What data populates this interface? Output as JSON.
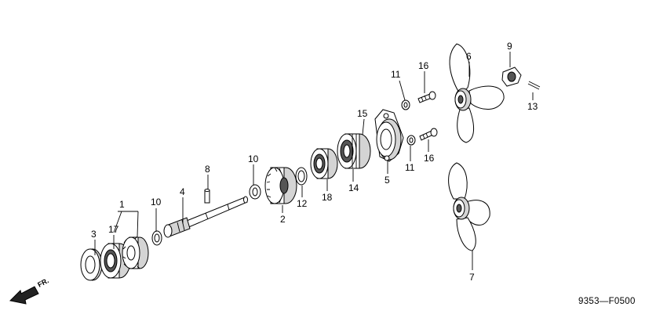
{
  "diagram": {
    "drawing_code": "9353—F0500",
    "front_label": "FR.",
    "callouts": {
      "c1": "1",
      "c2": "2",
      "c3": "3",
      "c4": "4",
      "c5": "5",
      "c6": "6",
      "c7": "7",
      "c8": "8",
      "c9": "9",
      "c10a": "10",
      "c10b": "10",
      "c11a": "11",
      "c11b": "11",
      "c12": "12",
      "c13": "13",
      "c14": "14",
      "c15": "15",
      "c16a": "16",
      "c16b": "16",
      "c17": "17",
      "c18": "18"
    }
  }
}
